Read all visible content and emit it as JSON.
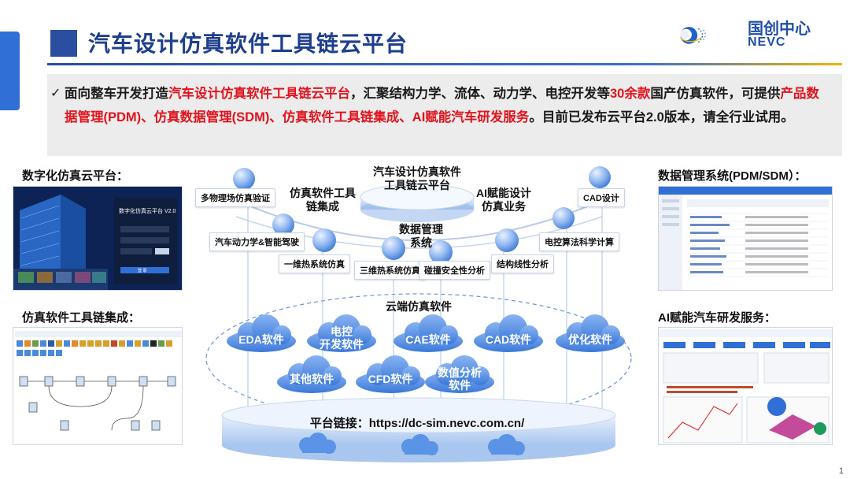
{
  "header": {
    "title": "汽车设计仿真软件工具链云平台",
    "logo_cn": "国创中心",
    "logo_en": "NEVC"
  },
  "intro": {
    "check": "✓",
    "p1": "面向整车开发打造",
    "r1": "汽车设计仿真软件工具链云平台",
    "p2": "，汇聚结构力学、流体、动力学、电控开发等",
    "r2": "30余款",
    "p3": "国产仿真软件，可提供",
    "r3": "产品数据管理(PDM)、仿真数据管理(SDM)、仿真软件工具链集成、AI赋能汽车研发服务",
    "p4": "。目前已发布云平台2.0版本，请全行业试用。"
  },
  "sections": {
    "digital": "数字化仿真云平台：",
    "toolchain": "仿真软件工具链集成：",
    "pdm": "数据管理系统(PDM/SDM）：",
    "ai": "AI赋能汽车研发服务："
  },
  "login": {
    "title": "数字化仿真云平台 V2.0",
    "button": "登 录"
  },
  "diagram": {
    "center": "汽车设计仿真软件\n工具链云平台",
    "left_big": "仿真软件工具\n链集成",
    "right_big": "AI赋能设计\n仿真业务",
    "mid_big": "数据管理\n系统",
    "labels": [
      "多物理场仿真验证",
      "CAD设计",
      "汽车动力学&智能驾驶",
      "电控算法科学计算",
      "一维热系统仿真",
      "三维热系统仿真",
      "碰撞安全性分析",
      "结构线性分析"
    ],
    "cloud_title": "云端仿真软件",
    "clouds": [
      "EDA软件",
      "电控\n开发软件",
      "CAE软件",
      "CAD软件",
      "优化软件",
      "其他软件",
      "CFD软件",
      "数值分析\n软件"
    ],
    "link": "平台链接：https://dc-sim.nevc.com.cn/"
  },
  "page_number": "1"
}
